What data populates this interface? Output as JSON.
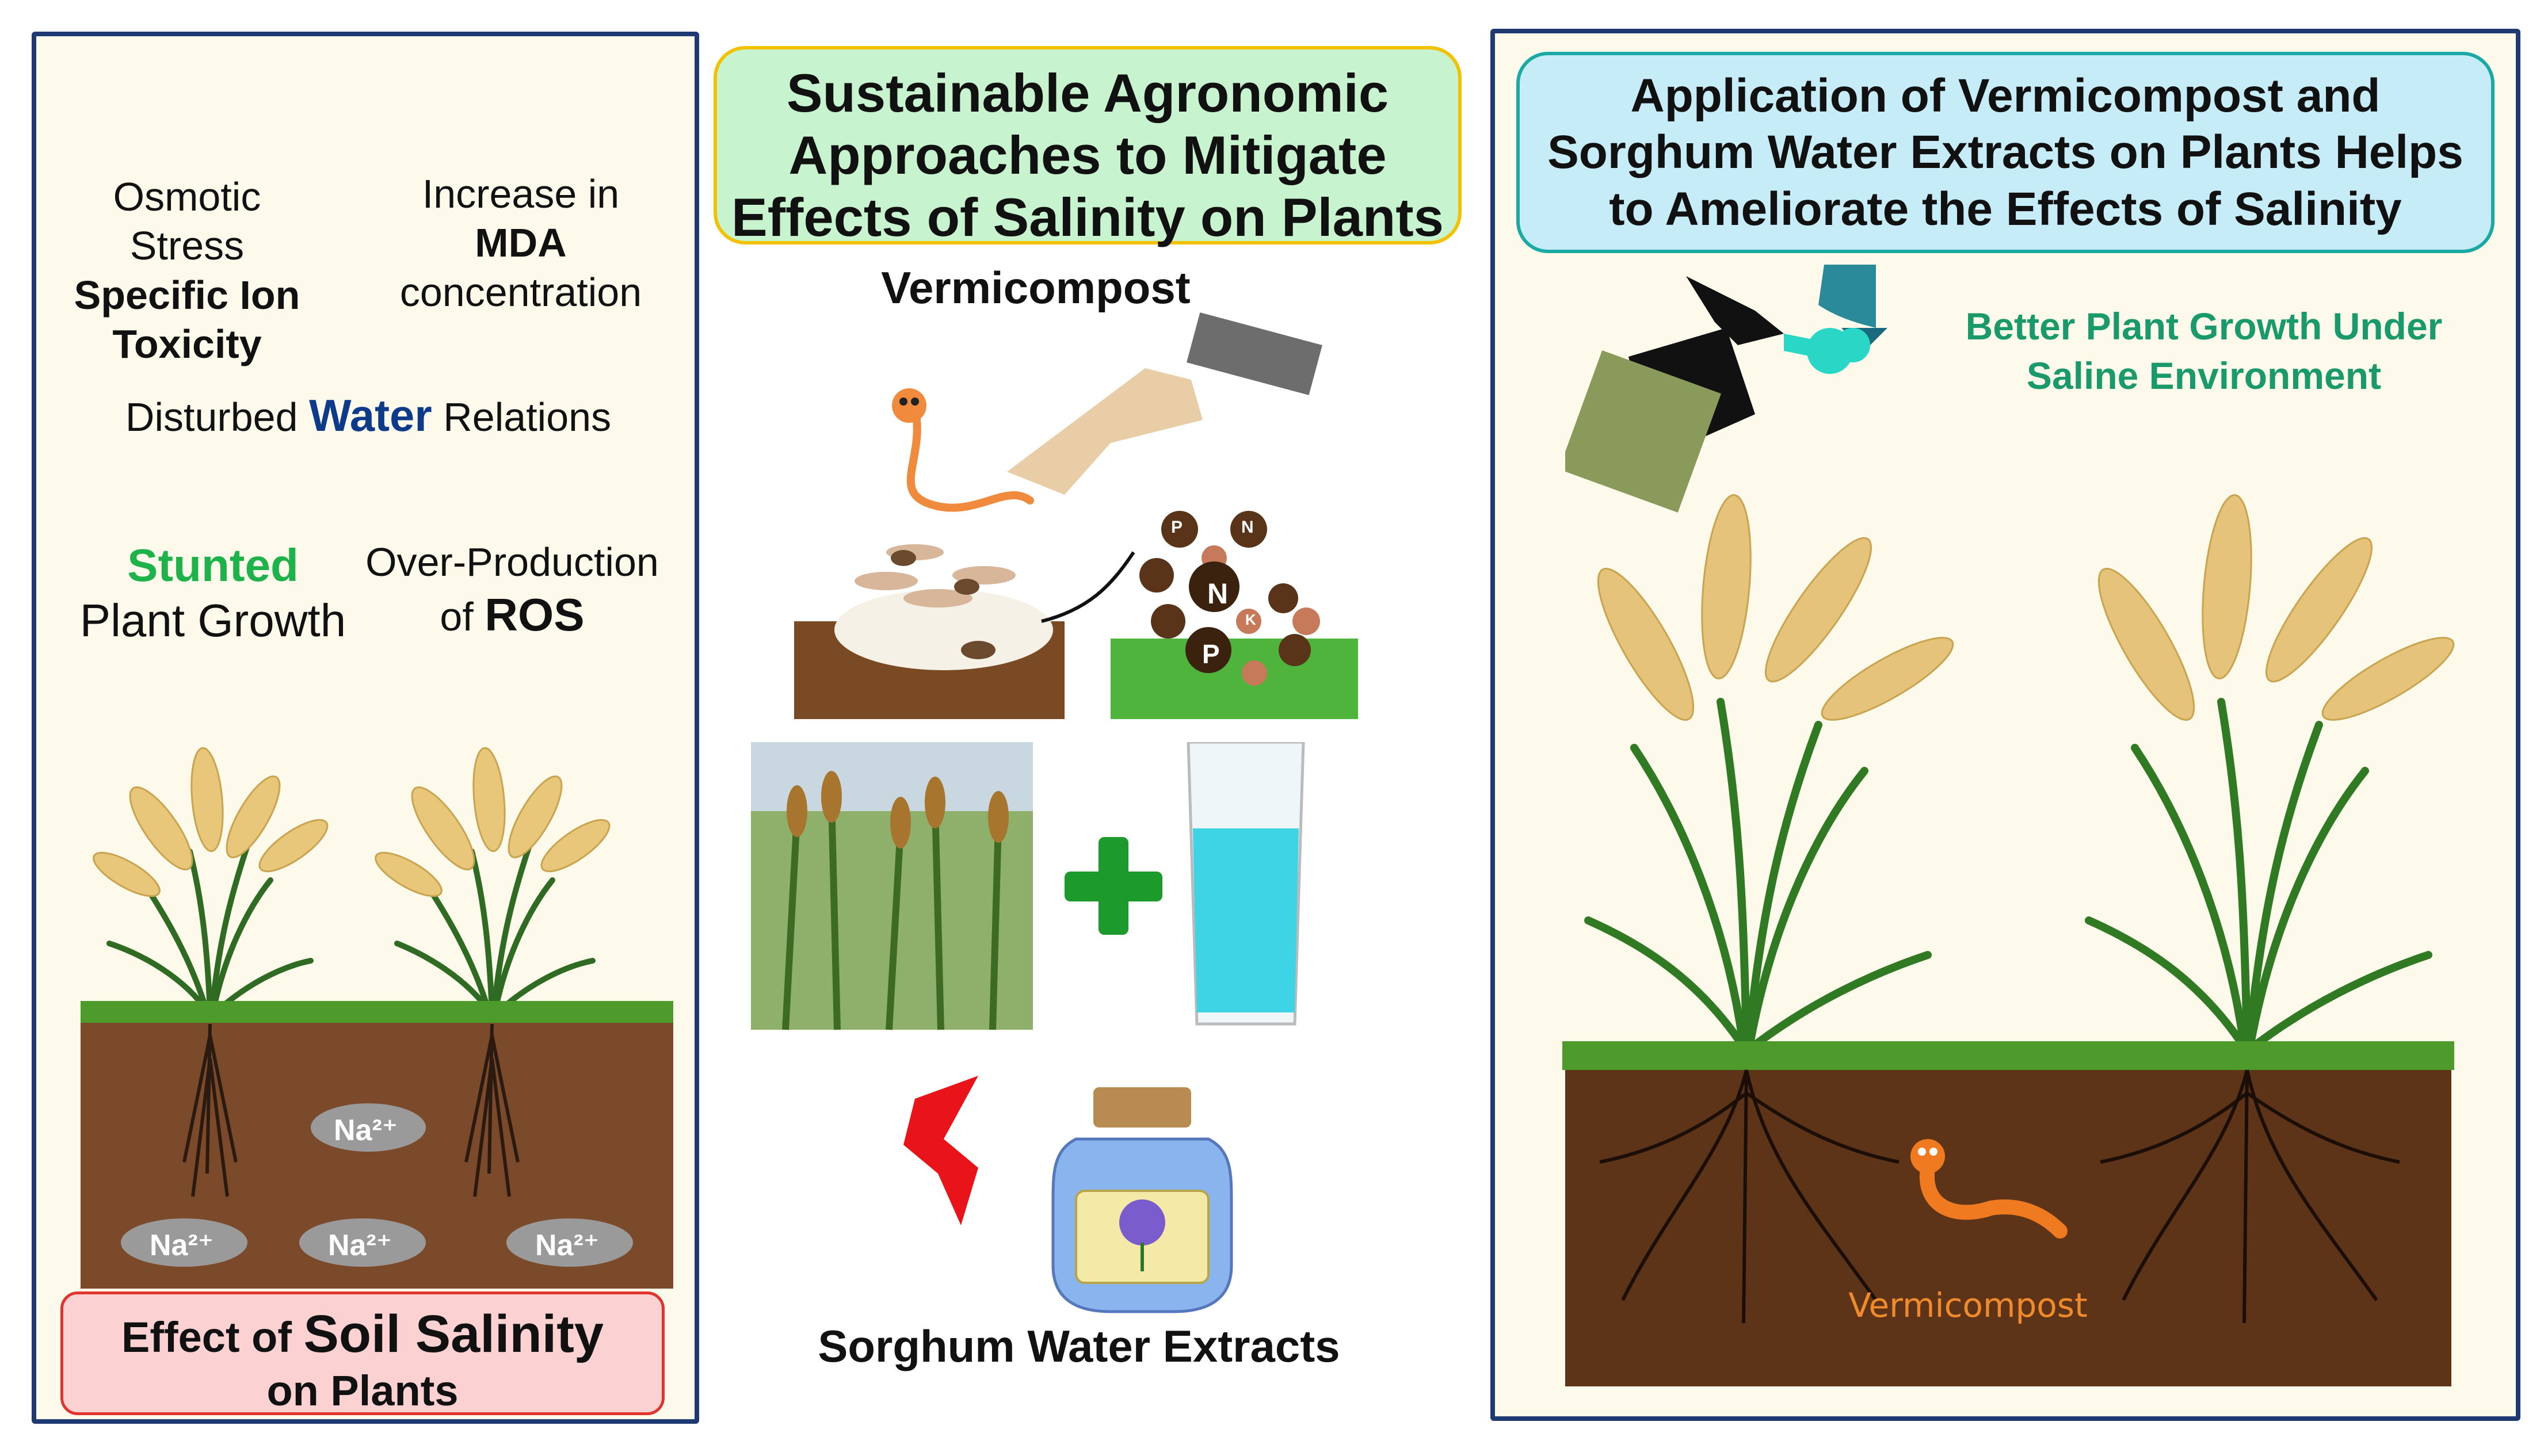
{
  "left_panel": {
    "osmotic_stress": "Osmotic Stress",
    "specific_ion": "Specific Ion",
    "toxicity": "Toxicity",
    "increase_in": "Increase in",
    "mda": "MDA",
    "concentration": "concentration",
    "disturbed": "Disturbed",
    "water": "Water",
    "relations": "Relations",
    "stunted": "Stunted",
    "plant_growth": "Plant Growth",
    "over_production": "Over-Production",
    "of": "of",
    "ros": "ROS",
    "ion_label": "Na²⁺",
    "footer_line1_a": "Effect of",
    "footer_line1_b": "Soil Salinity",
    "footer_line2": "on Plants"
  },
  "center_panel": {
    "title_line1": "Sustainable Agronomic",
    "title_line2": "Approaches to Mitigate",
    "title_line3": "Effects of Salinity on Plants",
    "vermicompost_label": "Vermicompost",
    "nutrient_letters": [
      "P",
      "N",
      "K"
    ],
    "plus_sign": "+",
    "sorghum_label": "Sorghum Water Extracts"
  },
  "right_panel": {
    "title_line1": "Application of Vermicompost and",
    "title_line2": "Sorghum Water Extracts on Plants Helps",
    "title_line3": "to Ameliorate the Effects of Salinity",
    "result_line1": "Better Plant Growth Under",
    "result_line2": "Saline Environment",
    "soil_label": "Vermicompost"
  },
  "colors": {
    "panel_border": "#1f3a73",
    "green_text": "#1db34a",
    "teal_text": "#1a9a6a",
    "water_blue": "#0e3a8a",
    "soil": "#6b4226",
    "grass": "#4e9a2b",
    "worm": "#f07a1f",
    "ion_text": "#ffffff"
  }
}
